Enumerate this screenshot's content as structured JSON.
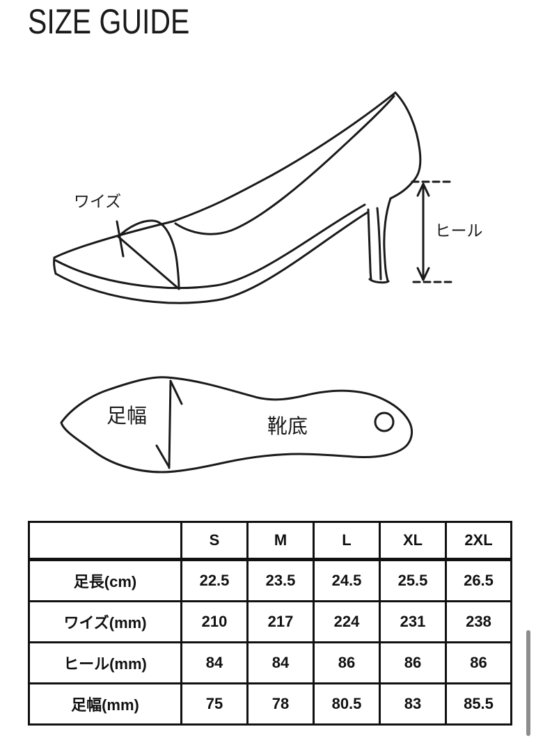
{
  "title": "SIZE GUIDE",
  "shoe_diagram": {
    "width_label": "ワイズ",
    "heel_label": "ヒール"
  },
  "sole_diagram": {
    "foot_width_label": "足幅",
    "sole_label": "靴底"
  },
  "size_table": {
    "columns": [
      "S",
      "M",
      "L",
      "XL",
      "2XL"
    ],
    "rows": [
      {
        "label": "足長(cm)",
        "values": [
          "22.5",
          "23.5",
          "24.5",
          "25.5",
          "26.5"
        ]
      },
      {
        "label": "ワイズ(mm)",
        "values": [
          "210",
          "217",
          "224",
          "231",
          "238"
        ]
      },
      {
        "label": "ヒール(mm)",
        "values": [
          "84",
          "84",
          "86",
          "86",
          "86"
        ]
      },
      {
        "label": "足幅(mm)",
        "values": [
          "75",
          "78",
          "80.5",
          "83",
          "85.5"
        ]
      }
    ]
  },
  "colors": {
    "ink": "#1a1a1a",
    "background": "#ffffff",
    "scrollbar": "#8d8d8d"
  }
}
